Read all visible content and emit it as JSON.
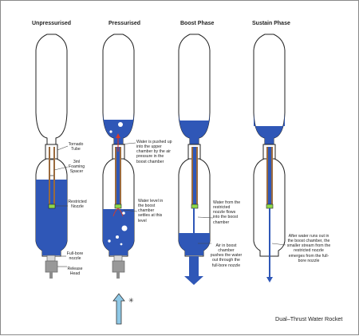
{
  "stages": [
    {
      "title": "Unpressurised"
    },
    {
      "title": "Pressurised"
    },
    {
      "title": "Boost Phase"
    },
    {
      "title": "Sustain Phase"
    }
  ],
  "labels": {
    "tornado_tube": "Tornado\nTube",
    "foam_spacer": "3ml\nFoaming\nSpacer",
    "restricted_nozzle": "Restricted\nNozzle",
    "full_bore_nozzle": "Full-bore\nnozzle",
    "release_head": "Release\nHead",
    "pressurised_upper": "Water is pushed up\ninto the upper\nchamber by the air\npressure in the\nboost chamber",
    "pressurised_lower": "Water level in\nthe boost\nchamber\nsettles at this\nlevel",
    "boost_upper": "Water from the\nrestricted\nnozzle flows\ninto the boost\nchamber",
    "boost_lower": "Air in boost\nchamber\npushes the water\nout through the\nfull-bore nozzle",
    "sustain": "After water runs out in\nthe boost chamber, the\nsmaller stream from the\nrestricted nozzle\nemerges from the full-\nbore nozzle",
    "air_mark": "✳"
  },
  "footer": {
    "title": "Dual–Thrust Water Rocket"
  },
  "colors": {
    "water": "#2f57b7",
    "outline": "#222222",
    "grey": "#9e9e9e",
    "green": "#8fd84a",
    "red": "#d53a2b",
    "arrow": "#8ec8e6"
  }
}
